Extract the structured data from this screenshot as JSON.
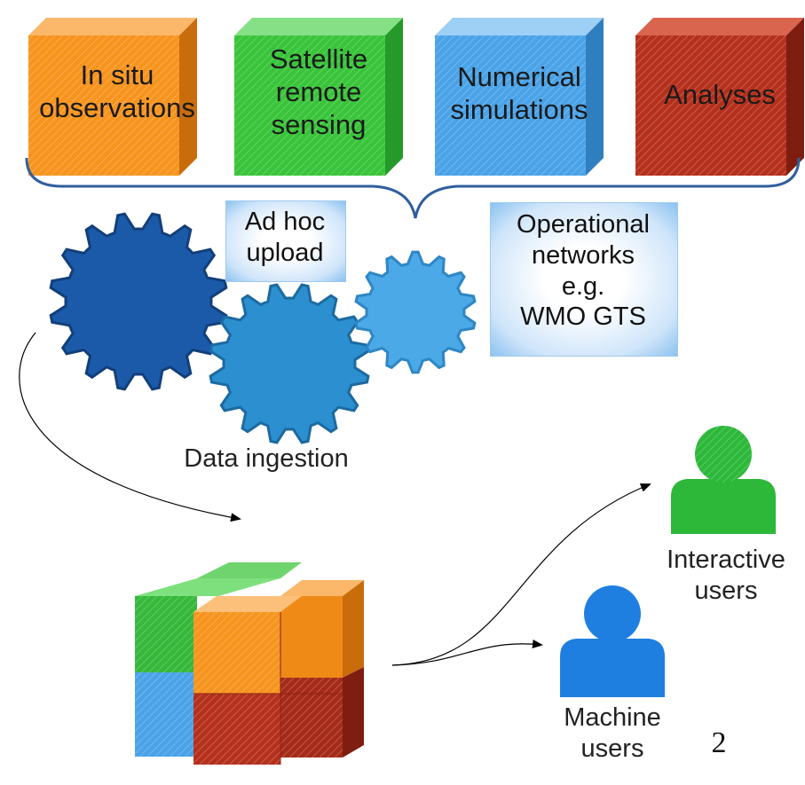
{
  "sources": [
    {
      "label": "In situ\nobservations",
      "color": "#f7941d"
    },
    {
      "label": "Satellite\nremote\nsensing",
      "color": "#39c43a"
    },
    {
      "label": "Numerical\nsimulations",
      "color": "#4aa3e8"
    },
    {
      "label": "Analyses",
      "color": "#b5301c"
    }
  ],
  "ingestion": {
    "ad_hoc": "Ad hoc\nupload",
    "operational": "Operational\nnetworks\ne.g.\nWMO GTS",
    "caption": "Data ingestion"
  },
  "users": {
    "interactive": "Interactive\nusers",
    "machine": "Machine\nusers"
  },
  "page_number": "2",
  "colors": {
    "brace": "#2f5f9e",
    "gear_dark": "#1b5aa8",
    "gear_mid": "#2b8fd0",
    "gear_light": "#4aa9e6",
    "user_green": "#2db83a",
    "user_blue": "#1f7fe0"
  }
}
